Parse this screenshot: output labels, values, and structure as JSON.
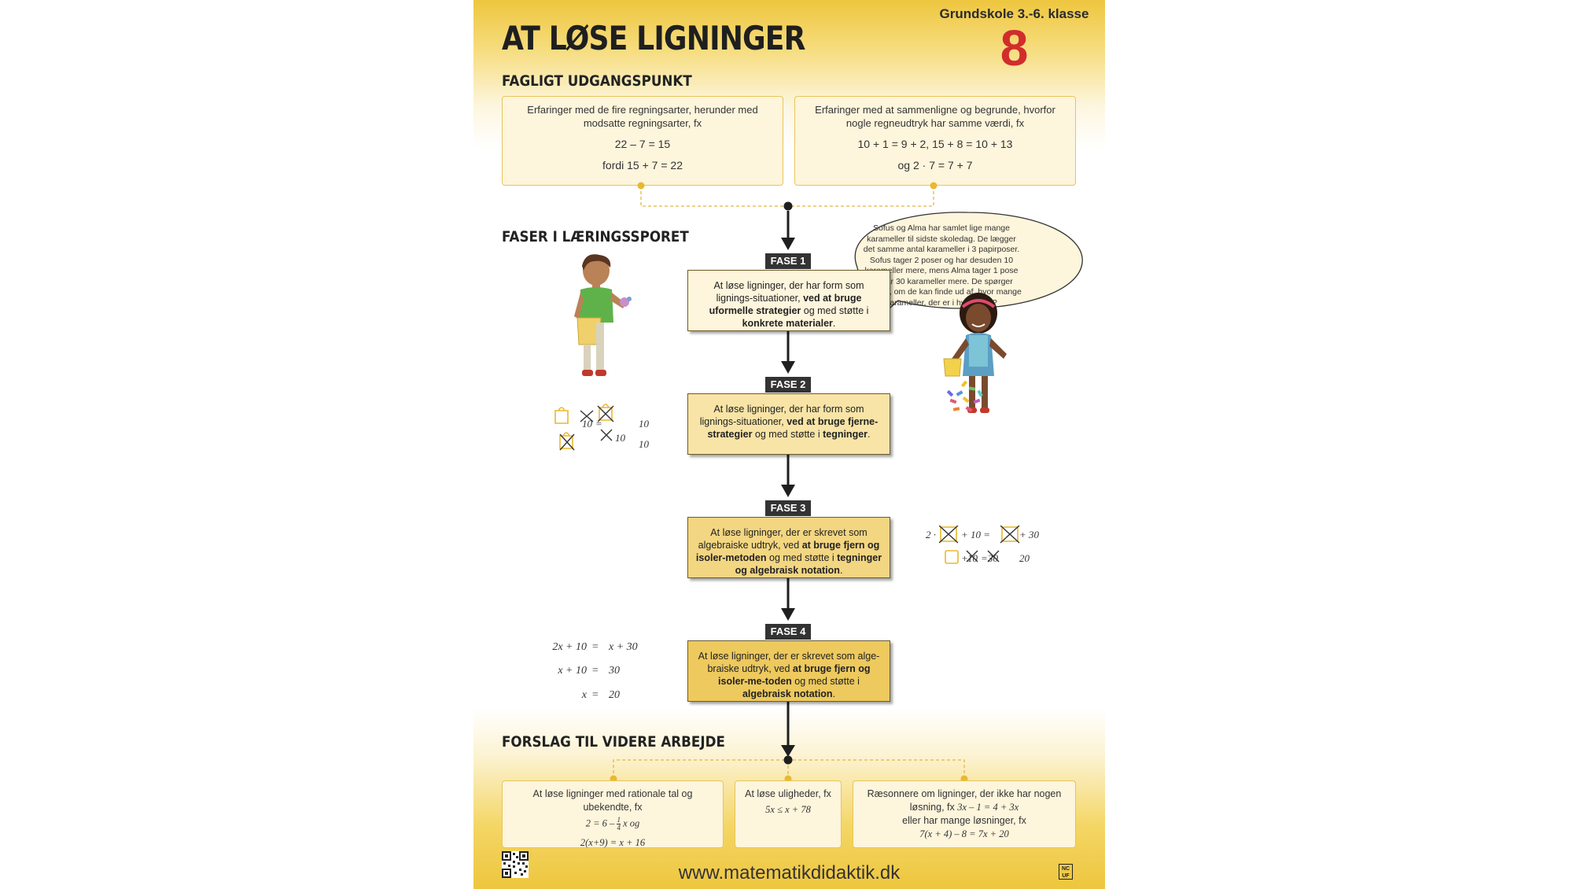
{
  "header": {
    "title": "AT LØSE LIGNINGER",
    "grade": "Grundskole 3.-6. klasse",
    "number": "8"
  },
  "section1": {
    "heading": "FAGLIGT UDGANGSPUNKT",
    "box1": {
      "text": "Erfaringer med de fire regningsarter, herunder med modsatte regningsarter, fx",
      "eq1": "22 – 7 = 15",
      "eq2": "fordi 15 + 7 = 22"
    },
    "box2": {
      "text": "Erfaringer med at sammenligne og begrunde, hvorfor nogle regneudtryk har samme værdi, fx",
      "eq1": "10 + 1 = 9 + 2, 15 + 8 = 10 + 13",
      "eq2": "og 2 · 7 = 7 + 7"
    }
  },
  "section2": {
    "heading": "FASER I LÆRINGSSPORET",
    "speech": "Sofus og Alma har samlet lige mange karameller til sidste skoledag. De lægger det samme antal karameller i 3 papirposer. Sofus tager 2 poser og har desuden 10 karameller mere, mens Alma tager 1 pose og har 30 karameller mere. De spørger klassen, om de kan finde ud af, hvor mange karameller, der er i hver pose?",
    "phases": [
      {
        "label": "FASE 1",
        "pre": "At løse ligninger, der har form som lignings-situationer, ",
        "b1": "ved at bruge uformelle strategier",
        "mid": " og med støtte i ",
        "b2": "konkrete materialer",
        "end": ".",
        "color": "#fdf5dc"
      },
      {
        "label": "FASE 2",
        "pre": "At løse ligninger, der har form som lignings-situationer, ",
        "b1": "ved at bruge fjerne-strategier",
        "mid": " og med støtte i ",
        "b2": "tegninger",
        "end": ".",
        "color": "#f8e4a6"
      },
      {
        "label": "FASE 3",
        "pre": "At løse ligninger, der er skrevet som algebraiske udtryk, ved ",
        "b1": "at bruge fjern og isoler-metoden",
        "mid": " og med støtte i ",
        "b2": "tegninger og algebraisk notation",
        "end": ".",
        "color": "#f3d681"
      },
      {
        "label": "FASE 4",
        "pre": "At løse ligninger, der er skrevet som alge-braiske udtryk, ved ",
        "b1": "at bruge fjern og isoler-me-toden",
        "mid": " og med støtte i ",
        "b2": "algebraisk notation",
        "end": ".",
        "color": "#edc95e"
      }
    ],
    "fase2_nums": {
      "a": "10",
      "b": "10",
      "c": "10",
      "d": "10"
    },
    "fase3_eq": {
      "l1a": "2 ·",
      "l1b": "+ 10 =",
      "l1c": "+ 30",
      "l2a": "+",
      "l2b": "=",
      "l2c": "20",
      "n1": "10",
      "n2": "30"
    },
    "fase4_eq": [
      {
        "lhs": "2x + 10",
        "eq": "=",
        "rhs": "x + 30"
      },
      {
        "lhs": "x + 10",
        "eq": "=",
        "rhs": "30"
      },
      {
        "lhs": "x",
        "eq": "=",
        "rhs": "20"
      }
    ]
  },
  "section3": {
    "heading": "FORSLAG TIL VIDERE ARBEJDE",
    "box1": {
      "text": "At løse ligninger med rationale tal og ubekendte, fx",
      "eq1a": "2 = 6 –",
      "frac_num": "1",
      "frac_den": "4",
      "eq1b": "x og",
      "eq2": "2(x+9) = x + 16"
    },
    "box2": {
      "text": "At løse uligheder, fx",
      "eq1": "5x ≤ x + 78"
    },
    "box3": {
      "line1": "Ræsonnere om ligninger, der ikke har nogen",
      "line2a": "løsning, fx",
      "line2b": "3x – 1 = 4 + 3x",
      "line3": "eller har mange løsninger, fx",
      "line4": "7(x + 4) – 8 = 7x + 20"
    }
  },
  "footer": {
    "url": "www.matematikdidaktik.dk",
    "logo": "NC UF"
  }
}
